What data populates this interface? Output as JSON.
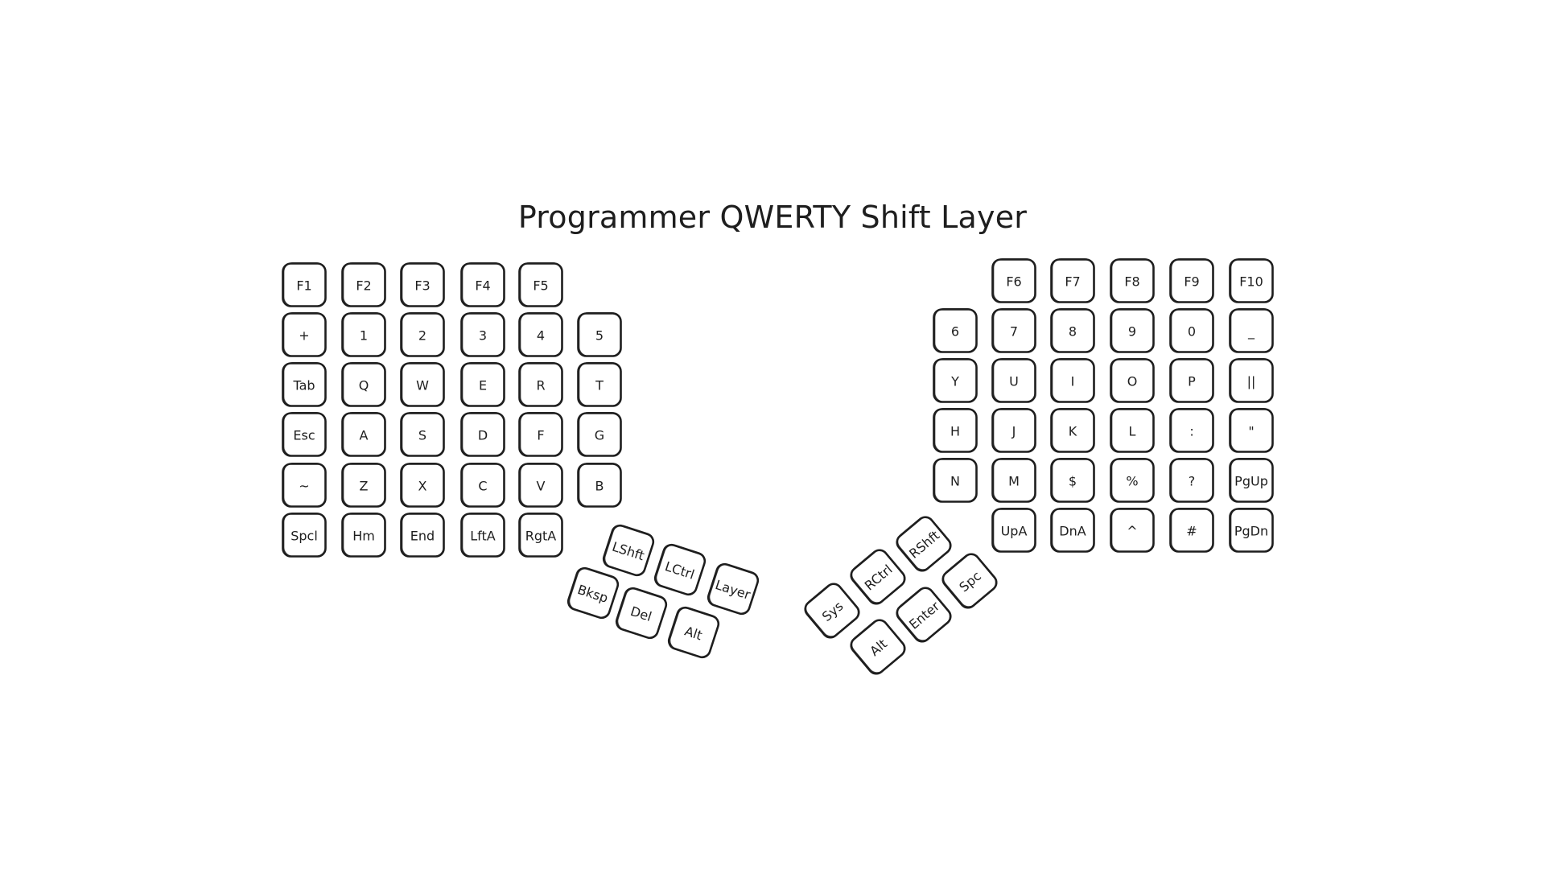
{
  "title": "Programmer QWERTY Shift Layer",
  "colors": {
    "stroke": "#1e1e1e",
    "background": "#ffffff",
    "text": "#1e1e1e"
  },
  "left_hand": {
    "rows": [
      [
        "F1",
        "F2",
        "F3",
        "F4",
        "F5"
      ],
      [
        "+",
        "1",
        "2",
        "3",
        "4",
        "5"
      ],
      [
        "Tab",
        "Q",
        "W",
        "E",
        "R",
        "T"
      ],
      [
        "Esc",
        "A",
        "S",
        "D",
        "F",
        "G"
      ],
      [
        "~",
        "Z",
        "X",
        "C",
        "V",
        "B"
      ],
      [
        "Spcl",
        "Hm",
        "End",
        "LftA",
        "RgtA"
      ]
    ],
    "thumb": [
      "LShft",
      "LCtrl",
      "Layer",
      "Bksp",
      "Del",
      "Alt"
    ]
  },
  "right_hand": {
    "rows": [
      [
        "F6",
        "F7",
        "F8",
        "F9",
        "F10"
      ],
      [
        "6",
        "7",
        "8",
        "9",
        "0",
        "_"
      ],
      [
        "Y",
        "U",
        "I",
        "O",
        "P",
        "||"
      ],
      [
        "H",
        "J",
        "K",
        "L",
        ":",
        "\""
      ],
      [
        "N",
        "M",
        "$",
        "%",
        "?",
        "PgUp"
      ],
      [
        "UpA",
        "DnA",
        "^",
        "#",
        "PgDn"
      ]
    ],
    "thumb": [
      "RShft",
      "RCtrl",
      "Sys",
      "Spc",
      "Enter",
      "Alt"
    ]
  }
}
